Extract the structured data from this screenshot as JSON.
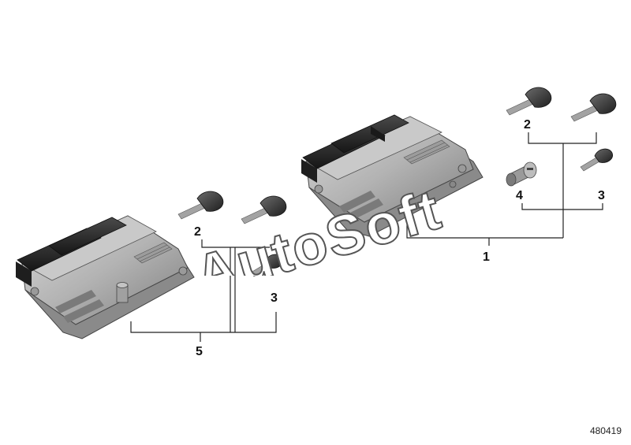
{
  "callouts": {
    "n1": "1",
    "n2_left": "2",
    "n3_left": "3",
    "n5": "5",
    "n2_right": "2",
    "n4": "4",
    "n3_right": "3"
  },
  "diagram_ref": "480419",
  "watermark": "AutoSoft",
  "icons": [
    "control-unit",
    "key",
    "lock-cylinder"
  ],
  "colors": {
    "housing": "#b8b8b8",
    "housing_dark": "#555555",
    "connector": "#2a2a2a",
    "key_head": "#333333",
    "key_blade": "#9a9a9a",
    "line": "#222222",
    "watermark": "#ffffff"
  }
}
